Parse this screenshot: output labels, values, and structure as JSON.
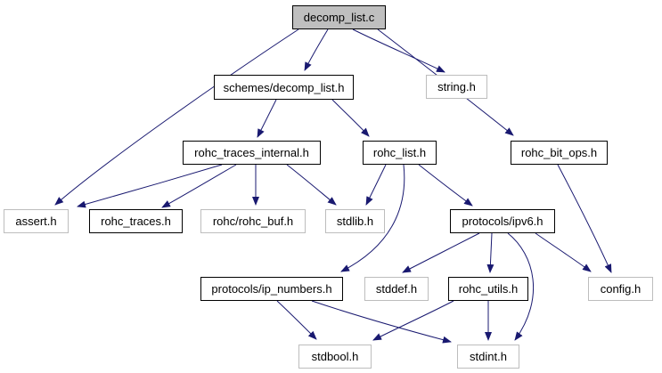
{
  "diagram": {
    "kind": "include-dependency-graph",
    "root_label": "decomp_list.c",
    "edge_color": "#191970",
    "node_colors": {
      "focus_fill": "#bfbfbf",
      "default_fill": "#ffffff",
      "internal_border": "#000000",
      "external_border": "#bdbdbd",
      "text": "#000000"
    },
    "nodes": [
      {
        "id": "decomp_list_c",
        "label": "decomp_list.c",
        "kind": "focus"
      },
      {
        "id": "schemes_decomp_list_h",
        "label": "schemes/decomp_list.h",
        "kind": "internal"
      },
      {
        "id": "string_h",
        "label": "string.h",
        "kind": "external"
      },
      {
        "id": "rohc_traces_internal_h",
        "label": "rohc_traces_internal.h",
        "kind": "internal"
      },
      {
        "id": "rohc_list_h",
        "label": "rohc_list.h",
        "kind": "internal"
      },
      {
        "id": "rohc_bit_ops_h",
        "label": "rohc_bit_ops.h",
        "kind": "internal"
      },
      {
        "id": "assert_h",
        "label": "assert.h",
        "kind": "external"
      },
      {
        "id": "rohc_traces_h",
        "label": "rohc_traces.h",
        "kind": "internal"
      },
      {
        "id": "rohc_rohc_buf_h",
        "label": "rohc/rohc_buf.h",
        "kind": "external"
      },
      {
        "id": "stdlib_h",
        "label": "stdlib.h",
        "kind": "external"
      },
      {
        "id": "protocols_ipv6_h",
        "label": "protocols/ipv6.h",
        "kind": "internal"
      },
      {
        "id": "protocols_ip_numbers_h",
        "label": "protocols/ip_numbers.h",
        "kind": "internal"
      },
      {
        "id": "stddef_h",
        "label": "stddef.h",
        "kind": "external"
      },
      {
        "id": "rohc_utils_h",
        "label": "rohc_utils.h",
        "kind": "internal"
      },
      {
        "id": "config_h",
        "label": "config.h",
        "kind": "external"
      },
      {
        "id": "stdbool_h",
        "label": "stdbool.h",
        "kind": "external"
      },
      {
        "id": "stdint_h",
        "label": "stdint.h",
        "kind": "external"
      }
    ],
    "edges": [
      {
        "from": "decomp_list_c",
        "to": "schemes_decomp_list_h"
      },
      {
        "from": "decomp_list_c",
        "to": "string_h"
      },
      {
        "from": "decomp_list_c",
        "to": "assert_h"
      },
      {
        "from": "decomp_list_c",
        "to": "rohc_bit_ops_h"
      },
      {
        "from": "schemes_decomp_list_h",
        "to": "rohc_traces_internal_h"
      },
      {
        "from": "schemes_decomp_list_h",
        "to": "rohc_list_h"
      },
      {
        "from": "rohc_traces_internal_h",
        "to": "assert_h"
      },
      {
        "from": "rohc_traces_internal_h",
        "to": "rohc_traces_h"
      },
      {
        "from": "rohc_traces_internal_h",
        "to": "rohc_rohc_buf_h"
      },
      {
        "from": "rohc_traces_internal_h",
        "to": "stdlib_h"
      },
      {
        "from": "rohc_list_h",
        "to": "stdlib_h"
      },
      {
        "from": "rohc_list_h",
        "to": "protocols_ip_numbers_h"
      },
      {
        "from": "rohc_list_h",
        "to": "protocols_ipv6_h"
      },
      {
        "from": "rohc_bit_ops_h",
        "to": "config_h"
      },
      {
        "from": "protocols_ipv6_h",
        "to": "stddef_h"
      },
      {
        "from": "protocols_ipv6_h",
        "to": "rohc_utils_h"
      },
      {
        "from": "protocols_ipv6_h",
        "to": "stdint_h"
      },
      {
        "from": "protocols_ipv6_h",
        "to": "config_h"
      },
      {
        "from": "protocols_ip_numbers_h",
        "to": "stdbool_h"
      },
      {
        "from": "protocols_ip_numbers_h",
        "to": "stdint_h"
      },
      {
        "from": "rohc_utils_h",
        "to": "stdbool_h"
      },
      {
        "from": "rohc_utils_h",
        "to": "stdint_h"
      }
    ]
  }
}
